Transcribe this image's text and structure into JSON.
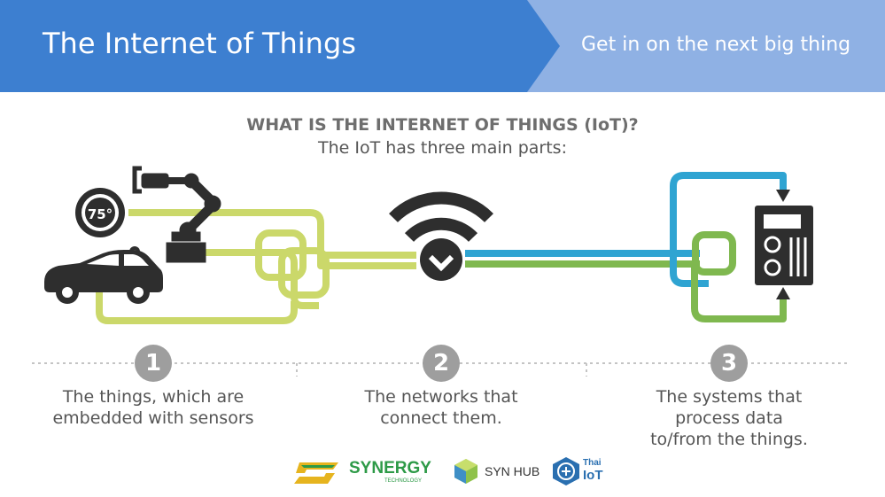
{
  "banner": {
    "title": "The Internet of Things",
    "tagline": "Get in on the next big thing",
    "colors": {
      "dark": "#3d7fd0",
      "light": "#8fb1e4"
    }
  },
  "heading": {
    "question": "WHAT IS THE INTERNET OF THINGS (IoT)?",
    "subtitle": "The IoT has three main parts:"
  },
  "thermostat": {
    "reading": "75°"
  },
  "icons": [
    "thermostat-icon",
    "robot-arm-icon",
    "gears-icon",
    "car-icon",
    "wifi-icon",
    "server-icon"
  ],
  "parts": [
    {
      "number": "1",
      "lines": [
        "The things, which are",
        "embedded with sensors"
      ]
    },
    {
      "number": "2",
      "lines": [
        "The networks that",
        "connect them."
      ]
    },
    {
      "number": "3",
      "lines": [
        "The systems that",
        "process data",
        "to/from the things."
      ]
    }
  ],
  "colors": {
    "lime": "#cbd86a",
    "blue": "#2fa4d2",
    "green": "#7fb84f",
    "dark": "#2e2e2e",
    "gray": "#9e9e9e"
  },
  "footer": {
    "logos": [
      {
        "text": "SYNERGY",
        "subtext": "TECHNOLOGY"
      },
      {
        "text": "SYN HUB"
      },
      {
        "text": "Thai",
        "subtext": "IoT"
      }
    ]
  }
}
